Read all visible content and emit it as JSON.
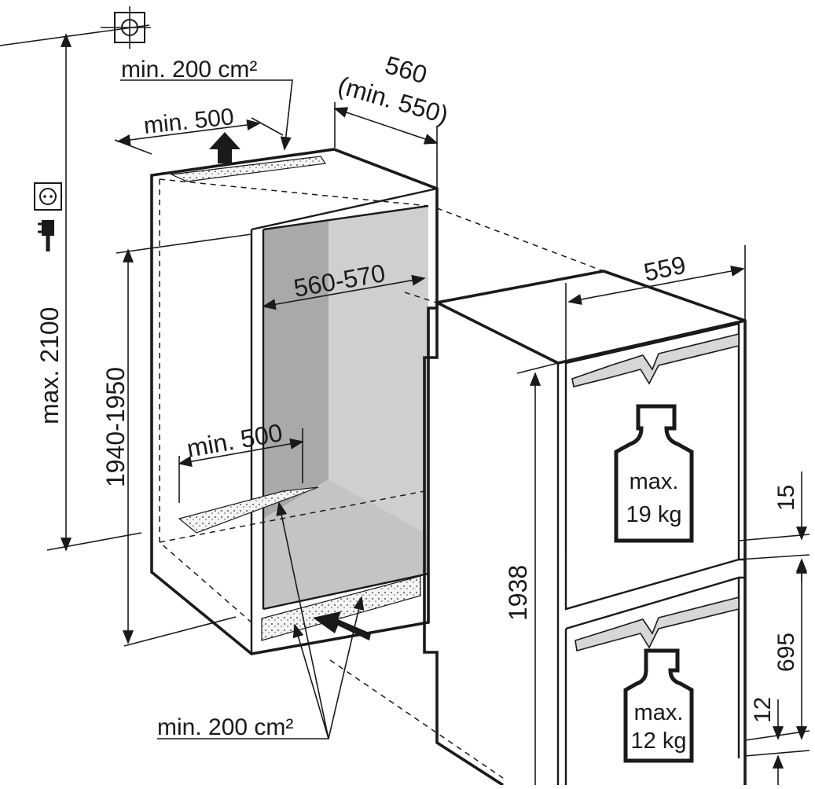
{
  "diagram": {
    "labels": {
      "max_height": "max. 2100",
      "niche_height": "1940-1950",
      "niche_depth_top": "560",
      "niche_depth_top_min": "(min. 550)",
      "niche_width": "560-570",
      "top_vent_area": "min. 200 cm²",
      "top_vent_width": "min. 500",
      "bottom_vent_width": "min. 500",
      "bottom_vent_area": "min. 200 cm²",
      "appliance_width": "559",
      "appliance_height": "1938",
      "door_gap_top": "15",
      "lower_door_height": "695",
      "door_gap_bottom": "12"
    },
    "weights": {
      "upper": {
        "line1": "max.",
        "line2": "19 kg"
      },
      "lower": {
        "line1": "max.",
        "line2": "12 kg"
      }
    },
    "icons": [
      "water-connection-icon",
      "power-socket-icon",
      "power-plug-icon",
      "weight-icon",
      "airflow-arrow-icon"
    ]
  }
}
